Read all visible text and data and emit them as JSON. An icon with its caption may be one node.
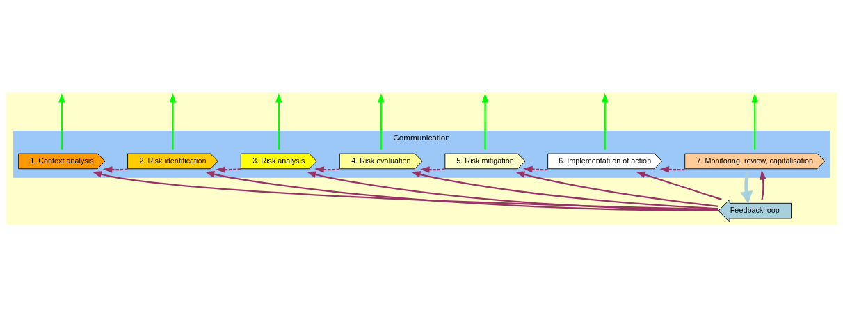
{
  "diagram": {
    "nodes": [
      {
        "text": [
          "Communication"
        ]
      },
      {
        "text": [
          "1. Context analysis"
        ],
        "in": 0
      },
      {
        "text": [
          "2. Risk identification"
        ],
        "in": 0
      },
      {
        "text": [
          "3. Risk analysis"
        ],
        "in": 0
      },
      {
        "text": [
          "4. Risk evaluation"
        ],
        "in": 0
      },
      {
        "text": [
          "5. Risk mitigation"
        ],
        "in": 0
      },
      {
        "text": [
          "6. Implementati on of action"
        ],
        "in": 0
      },
      {
        "text": [
          "7. Monitoring, review, capitalisation"
        ],
        "in": 0
      },
      {
        "text": [
          "Feedback loop"
        ]
      }
    ],
    "edges": [
      {
        "from": 1,
        "to": null,
        "arrow": "to",
        "color": "#00ff00"
      },
      {
        "from": 2,
        "to": null,
        "arrow": "to",
        "color": "#00ff00"
      },
      {
        "from": 3,
        "to": null,
        "arrow": "to",
        "color": "#00ff00"
      },
      {
        "from": 4,
        "to": null,
        "arrow": "to",
        "color": "#00ff00"
      },
      {
        "from": 5,
        "to": null,
        "arrow": "to",
        "color": "#00ff00"
      },
      {
        "from": 6,
        "to": null,
        "arrow": "to",
        "color": "#00ff00"
      },
      {
        "from": 7,
        "to": null,
        "arrow": "to",
        "color": "#00ff00"
      },
      {
        "from": 7,
        "to": 8,
        "arrow": "to",
        "style": "thick",
        "color": "#a8d0dc"
      },
      {
        "from": 2,
        "to": 1,
        "arrow": "to",
        "style": "dashed"
      },
      {
        "from": 3,
        "to": 2,
        "arrow": "to",
        "style": "dashed"
      },
      {
        "from": 4,
        "to": 3,
        "arrow": "to",
        "style": "dashed"
      },
      {
        "from": 5,
        "to": 4,
        "arrow": "to",
        "style": "dashed"
      },
      {
        "from": 6,
        "to": 5,
        "arrow": "to",
        "style": "dashed"
      },
      {
        "from": 7,
        "to": 6,
        "arrow": "to",
        "style": "dashed"
      },
      {
        "from": 8,
        "to": 1,
        "arrow": "to"
      },
      {
        "from": 8,
        "to": 2,
        "arrow": "to"
      },
      {
        "from": 8,
        "to": 3,
        "arrow": "to"
      },
      {
        "from": 8,
        "to": 4,
        "arrow": "to"
      },
      {
        "from": 8,
        "to": 5,
        "arrow": "to"
      },
      {
        "from": 8,
        "to": 6,
        "arrow": "to"
      },
      {
        "from": 8,
        "to": 7,
        "arrow": "to"
      }
    ]
  }
}
